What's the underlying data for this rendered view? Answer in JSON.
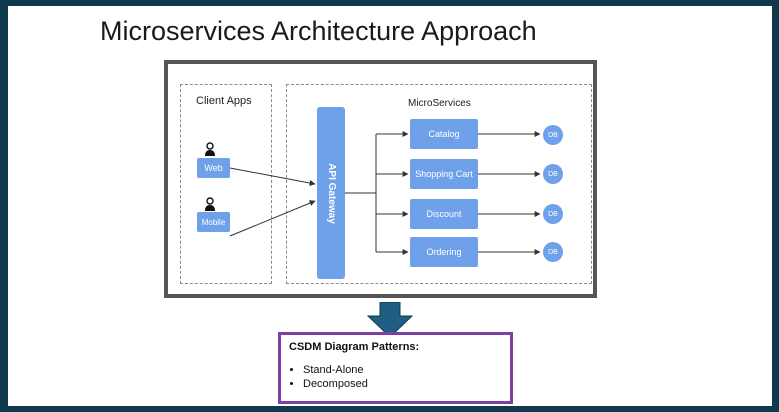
{
  "title": "Microservices Architecture Approach",
  "diagram": {
    "client_group_label": "Client Apps",
    "microservices_group_label": "MicroServices",
    "clients": [
      "Web",
      "Mobile"
    ],
    "gateway_label": "API Gateway",
    "services": [
      "Catalog",
      "Shopping Cart",
      "Discount",
      "Ordering"
    ],
    "db_labels": [
      "DB",
      "DB",
      "DB",
      "DB"
    ]
  },
  "patterns": {
    "title": "CSDM Diagram Patterns:",
    "items": [
      "Stand-Alone",
      "Decomposed"
    ]
  },
  "colors": {
    "background": "#0f3a4d",
    "box_fill": "#6fa0ea",
    "frame_border": "#555555",
    "patterns_border": "#7b3fa6",
    "arrow_fill": "#1f5f85"
  }
}
